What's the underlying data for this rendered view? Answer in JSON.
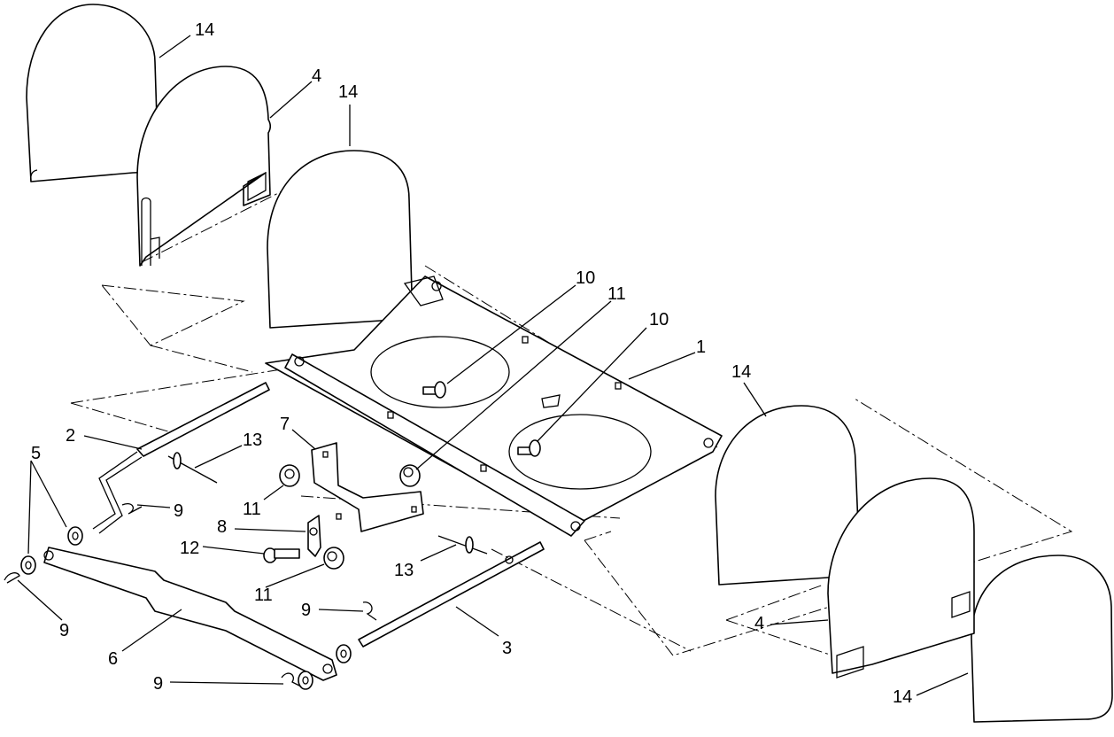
{
  "callouts": [
    {
      "id": "c14a",
      "text": "14"
    },
    {
      "id": "c4a",
      "text": "4"
    },
    {
      "id": "c14b",
      "text": "14"
    },
    {
      "id": "c10a",
      "text": "10"
    },
    {
      "id": "c11a",
      "text": "11"
    },
    {
      "id": "c10b",
      "text": "10"
    },
    {
      "id": "c1",
      "text": "1"
    },
    {
      "id": "c14c",
      "text": "14"
    },
    {
      "id": "c7",
      "text": "7"
    },
    {
      "id": "c2",
      "text": "2"
    },
    {
      "id": "c13a",
      "text": "13"
    },
    {
      "id": "c5",
      "text": "5"
    },
    {
      "id": "c9a",
      "text": "9"
    },
    {
      "id": "c11b",
      "text": "11"
    },
    {
      "id": "c8",
      "text": "8"
    },
    {
      "id": "c12",
      "text": "12"
    },
    {
      "id": "c11c",
      "text": "11"
    },
    {
      "id": "c13b",
      "text": "13"
    },
    {
      "id": "c9b",
      "text": "9"
    },
    {
      "id": "c9c",
      "text": "9"
    },
    {
      "id": "c6",
      "text": "6"
    },
    {
      "id": "c3",
      "text": "3"
    },
    {
      "id": "c9d",
      "text": "9"
    },
    {
      "id": "c4b",
      "text": "4"
    },
    {
      "id": "c14d",
      "text": "14"
    }
  ]
}
